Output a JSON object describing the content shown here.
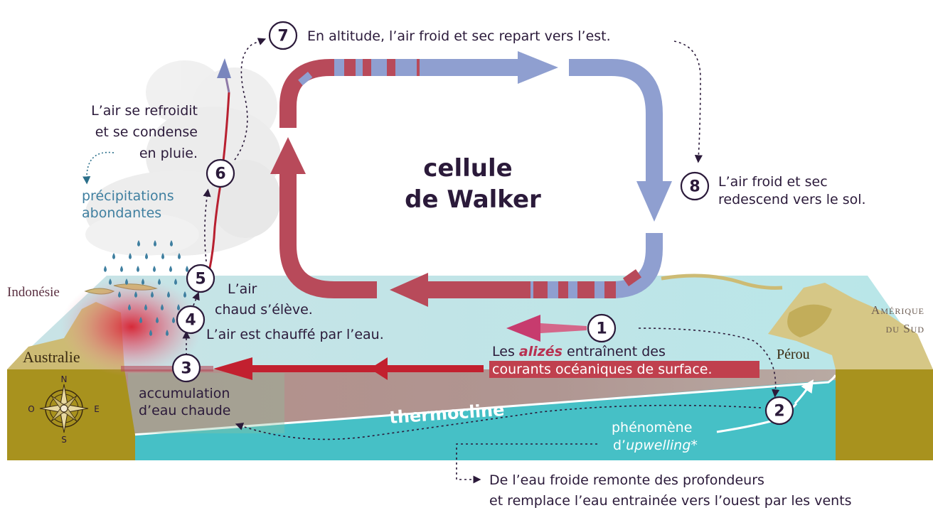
{
  "title": {
    "line1": "cellule",
    "line2": "de Walker"
  },
  "steps": [
    {
      "n": "1",
      "lines": [
        "Les ",
        "alizés",
        " entraînent des"
      ],
      "highlight": "courants océaniques de surface."
    },
    {
      "n": "2",
      "lines": [
        "phénomène",
        "d’",
        "upwelling",
        "*"
      ]
    },
    {
      "n": "3",
      "lines": [
        "accumulation",
        "d’eau chaude"
      ]
    },
    {
      "n": "4",
      "lines": [
        "L’air est chauffé par l’eau."
      ]
    },
    {
      "n": "5",
      "lines": [
        "L’air",
        "chaud s’élève."
      ]
    },
    {
      "n": "6",
      "lines": [
        "L’air se refroidit",
        "et se condense",
        "en pluie."
      ]
    },
    {
      "n": "7",
      "lines": [
        "En altitude, l’air froid et sec repart vers l’est."
      ]
    },
    {
      "n": "8",
      "lines": [
        "L’air froid et sec",
        "redescend vers le sol."
      ]
    }
  ],
  "rain_label": [
    "précipitations",
    "abondantes"
  ],
  "thermocline": "thermocline",
  "upwelling_note": [
    "De l’eau froide remonte des profondeurs",
    "et remplace l’eau entrainée vers l’ouest par les vents"
  ],
  "places": {
    "indonesie": "Indonésie",
    "australie": "Australie",
    "amerique1": "Amérique",
    "amerique2": "du Sud",
    "perou": "Pérou"
  },
  "compass": {
    "n": "N",
    "s": "S",
    "e": "E",
    "o": "O"
  },
  "colors": {
    "warm": "#b84a5a",
    "cold": "#8f9fd0",
    "ocean_top": "#b8e4e4",
    "ocean_deep": "#4bbfc8",
    "land": "#a8921e",
    "text": "#2b1a3a",
    "rain": "#3f7fa0"
  }
}
